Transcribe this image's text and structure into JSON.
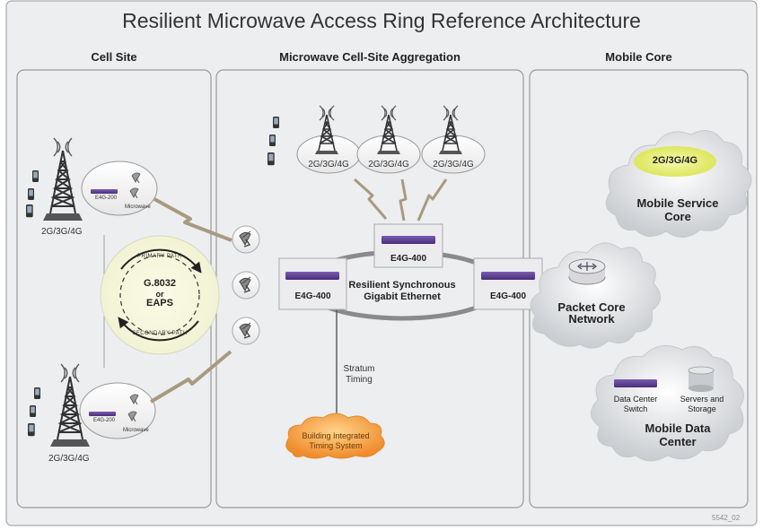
{
  "title": "Resilient Microwave Access Ring Reference Architecture",
  "columns": {
    "cell_site": "Cell Site",
    "aggregation": "Microwave Cell-Site Aggregation",
    "core": "Mobile Core"
  },
  "cell_site": {
    "top_tower_label": "2G/3G/4G",
    "bottom_tower_label": "2G/3G/4G",
    "top_device_label": "E4G-200",
    "top_microwave_label": "Microwave",
    "bottom_device_label": "E4G-200",
    "bottom_microwave_label": "Microwave",
    "ring": {
      "protocol_line1": "G.8032",
      "protocol_line2": "or",
      "protocol_line3": "EAPS",
      "primary_path": "PRIMARY PATH",
      "secondary_path": "SECONDARY PATH"
    }
  },
  "aggregation": {
    "towers": [
      "2G/3G/4G",
      "2G/3G/4G",
      "2G/3G/4G"
    ],
    "switch_top": "E4G-400",
    "switch_left": "E4G-400",
    "switch_right": "E4G-400",
    "ring_line1": "Resilient Synchronous",
    "ring_line2": "Gigabit Ethernet",
    "stratum_line1": "Stratum",
    "stratum_line2": "Timing",
    "bits_line1": "Building Integrated",
    "bits_line2": "Timing System"
  },
  "core": {
    "mobile_service_badge": "2G/3G/4G",
    "mobile_service_line1": "Mobile Service",
    "mobile_service_line2": "Core",
    "packet_core_line1": "Packet Core",
    "packet_core_line2": "Network",
    "dc_switch_line1": "Data Center",
    "dc_switch_line2": "Switch",
    "servers_line1": "Servers and",
    "servers_line2": "Storage",
    "mobile_data_line1": "Mobile Data",
    "mobile_data_line2": "Center"
  },
  "footer_code": "5542_02",
  "colors": {
    "panel_bg": "#eceef0",
    "panel_border": "#9a9a9a",
    "switch_purple": "#5b3f8c",
    "ring_gray": "#8a8a8a",
    "lightning": "#a89a80",
    "timing_orange": "#f39a36",
    "badge_yellow": "#e8f06a"
  }
}
